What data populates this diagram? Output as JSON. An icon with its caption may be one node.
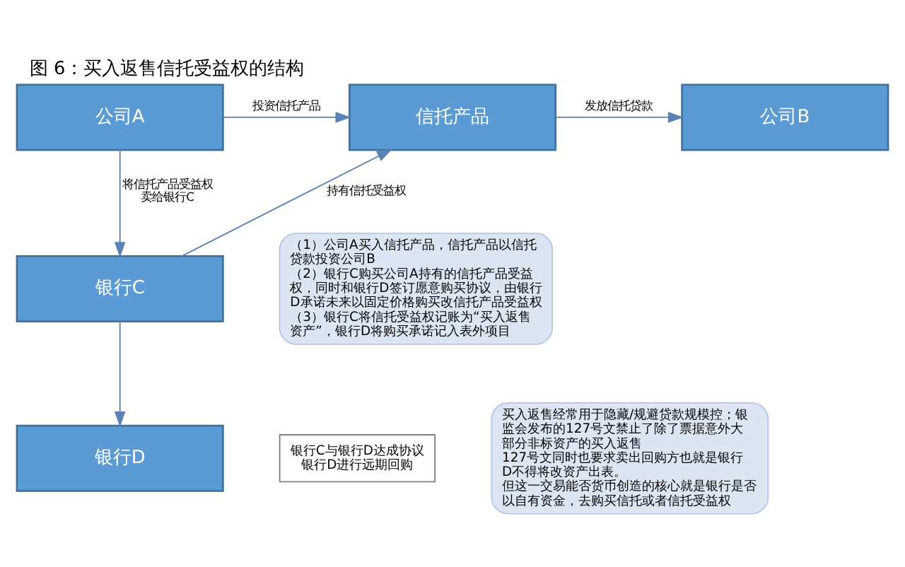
{
  "diagram": {
    "title": "图 6：买入返售信托受益权的结构",
    "nodes": [
      {
        "text": [
          "公司A"
        ]
      },
      {
        "text": [
          "信托产品"
        ]
      },
      {
        "text": [
          "公司B"
        ]
      },
      {
        "text": [
          "银行C"
        ]
      },
      {
        "text": [
          "银行D"
        ]
      },
      {
        "text": [
          "银行C与银行D达成协议银行D进行远期回购"
        ]
      },
      {
        "text": [
          "（1）公司A买入信托产品，信托产品以信托贷款投资公司B",
          "（2）银行C购买公司A持有的信托产品受益权，同时和银行D签订愿意购买协议，由银行D承诺未来以固定价格购买改信托产品受益权",
          "（3）银行C将信托受益权记账为“买入返售资产”，银行D将购买承诺记入表外项目"
        ]
      },
      {
        "text": [
          "买入返售经常用于隐藏/规避贷款规模控；银监会发布的127号文禁止了除了票据意外大部分非标资产的买入返售",
          "127号文同时也要求卖出回购方也就是银行D不得将改资产出表。",
          "但这一交易能否货币创造的核心就是银行是否以自有资金，去购买信托或者信托受益权"
        ]
      }
    ],
    "edges": [
      {
        "from": 0,
        "to": 1,
        "arrow": "to",
        "label": "投资信托产品"
      },
      {
        "from": 1,
        "to": 2,
        "arrow": "to",
        "label": "发放信托贷款"
      },
      {
        "from": 0,
        "to": 3,
        "arrow": "to",
        "label": "将信托产品受益权卖给银行C"
      },
      {
        "from": 3,
        "to": 1,
        "arrow": "to",
        "label": "持有信托受益权"
      },
      {
        "from": 3,
        "to": 4,
        "arrow": "to"
      }
    ]
  }
}
